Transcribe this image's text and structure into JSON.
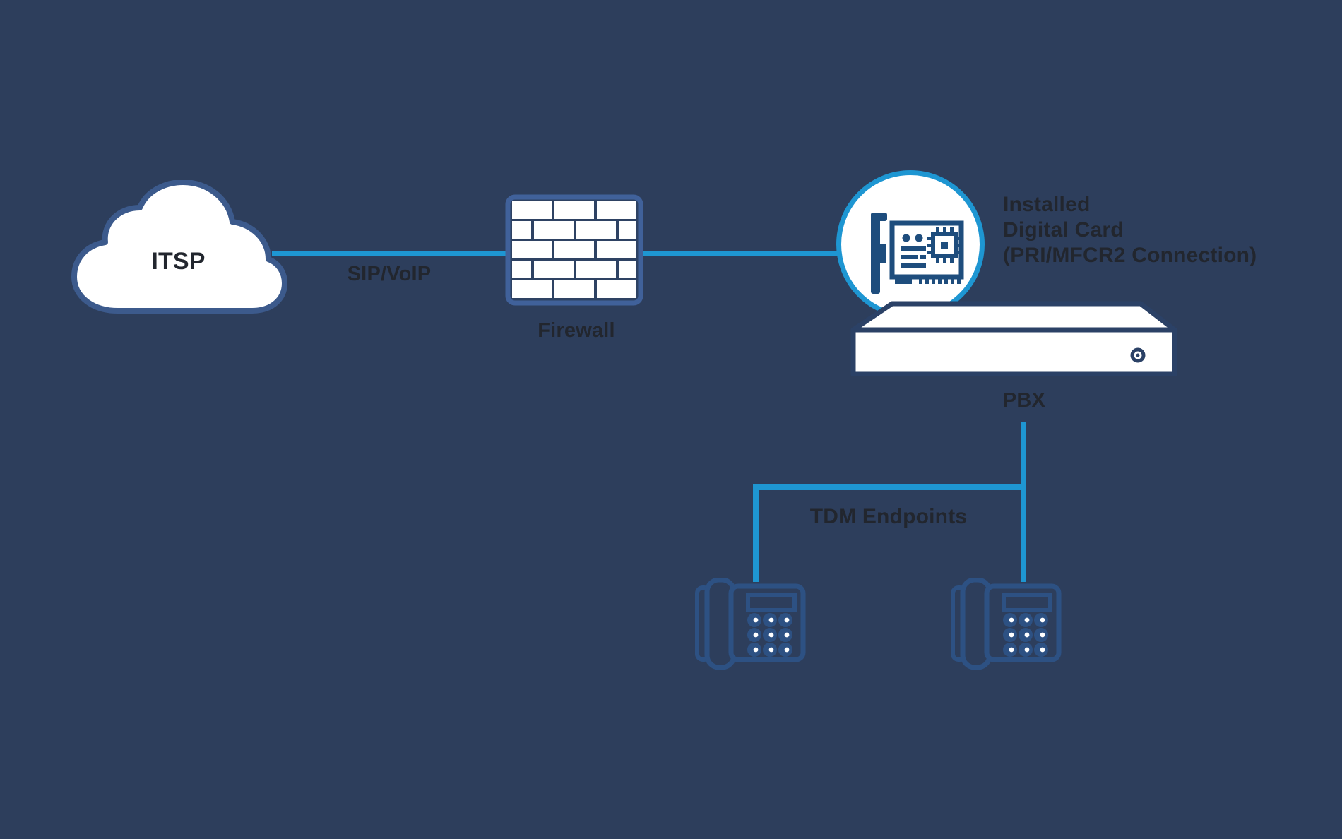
{
  "canvas": {
    "background": "#2d3e5c",
    "connector_color": "#1e96d2",
    "text_color": "#22262e"
  },
  "colors": {
    "cloud_outline": "#3c5a8c",
    "firewall_outline": "#40619a",
    "firewall_mortar": "#2e4263",
    "card_icon": "#1e4d7d",
    "pbx_outline": "#2b4166",
    "phone_icon": "#2d5183",
    "node_fill": "#ffffff"
  },
  "nodes": {
    "itsp": {
      "label": "ITSP",
      "icon": "cloud-icon"
    },
    "firewall": {
      "label": "Firewall",
      "icon": "firewall-brick-icon"
    },
    "digital_card": {
      "icon": "pci-card-icon",
      "lines": [
        "Installed",
        "Digital Card",
        "(PRI/MFCR2 Connection)"
      ]
    },
    "pbx": {
      "label": "PBX",
      "icon": "pbx-server-icon"
    },
    "tdm_endpoints": {
      "label": "TDM Endpoints",
      "icon": "desk-phone-icon",
      "phone_count": 2
    }
  },
  "connections": {
    "itsp_firewall": {
      "label": "SIP/VoIP"
    },
    "firewall_card": {
      "label": ""
    },
    "pbx_phones": {
      "label": "TDM Endpoints"
    }
  }
}
